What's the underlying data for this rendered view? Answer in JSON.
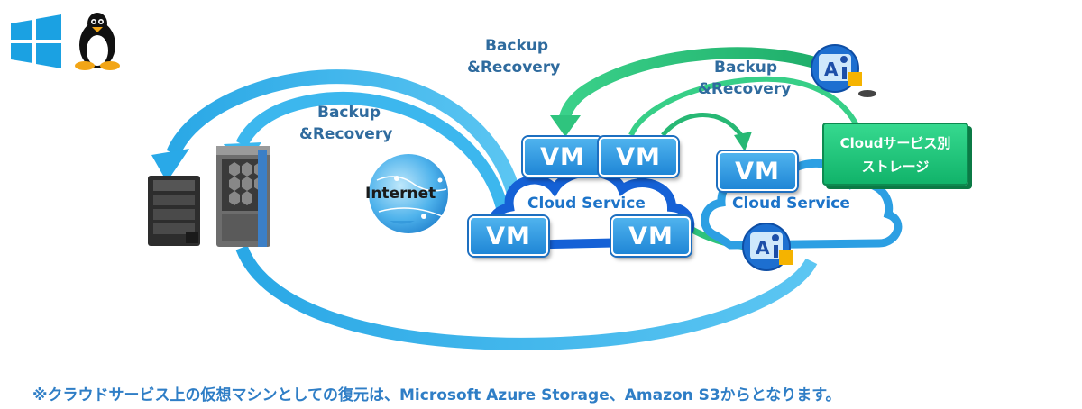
{
  "labels": {
    "backup_left": [
      "Backup",
      "&Recovery"
    ],
    "backup_top": [
      "Backup",
      "&Recovery"
    ],
    "backup_right": [
      "Backup",
      "&Recovery"
    ]
  },
  "internet": "Internet",
  "vm_label": "VM",
  "cloud_service_1": "Cloud Service",
  "cloud_service_2": "Cloud Service",
  "storage": [
    "Cloudサービス別",
    "ストレージ"
  ],
  "footnote": "※クラウドサービス上の仮想マシンとしての復元は、Microsoft Azure Storage、Amazon S3からとなります。",
  "icons": [
    "windows-icon",
    "linux-penguin-icon",
    "nas-server-icon",
    "tower-server-icon",
    "internet-globe-icon",
    "ai-agent-icon"
  ],
  "colors": {
    "arrow_blue": "#29a9e8",
    "arrow_green": "#2cc97a",
    "vm_blue": "#1f86d6",
    "cloud_blue": "#1565d8",
    "text_blue": "#2f6b9e"
  }
}
